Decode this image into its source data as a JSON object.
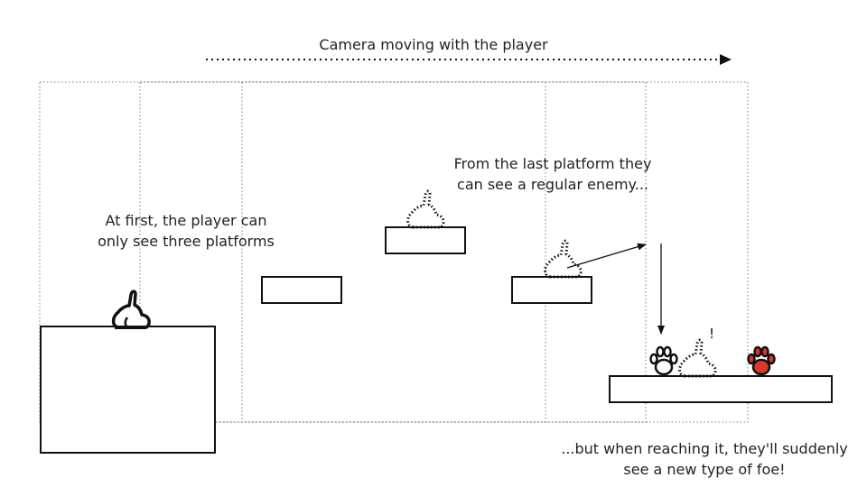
{
  "diagram": {
    "camera_label": "Camera moving with the player",
    "caption_start": {
      "line1": "At first, the player can",
      "line2": "only see three platforms"
    },
    "caption_middle": {
      "line1": "From the last platform they",
      "line2": "can see a regular enemy..."
    },
    "caption_end": {
      "line1": "...but when reaching it, they'll suddenly",
      "line2": "see a new type of foe!"
    },
    "exclamation": "!",
    "colors": {
      "stroke": "#111111",
      "frame": "#9a9a9a",
      "regular_enemy": "#ffffff",
      "new_foe": "#d8392b"
    },
    "icons": {
      "player": "rabbit-icon",
      "ghost_player": "dotted-rabbit-icon",
      "regular_enemy": "white-paw-icon",
      "new_foe": "red-paw-icon"
    }
  }
}
